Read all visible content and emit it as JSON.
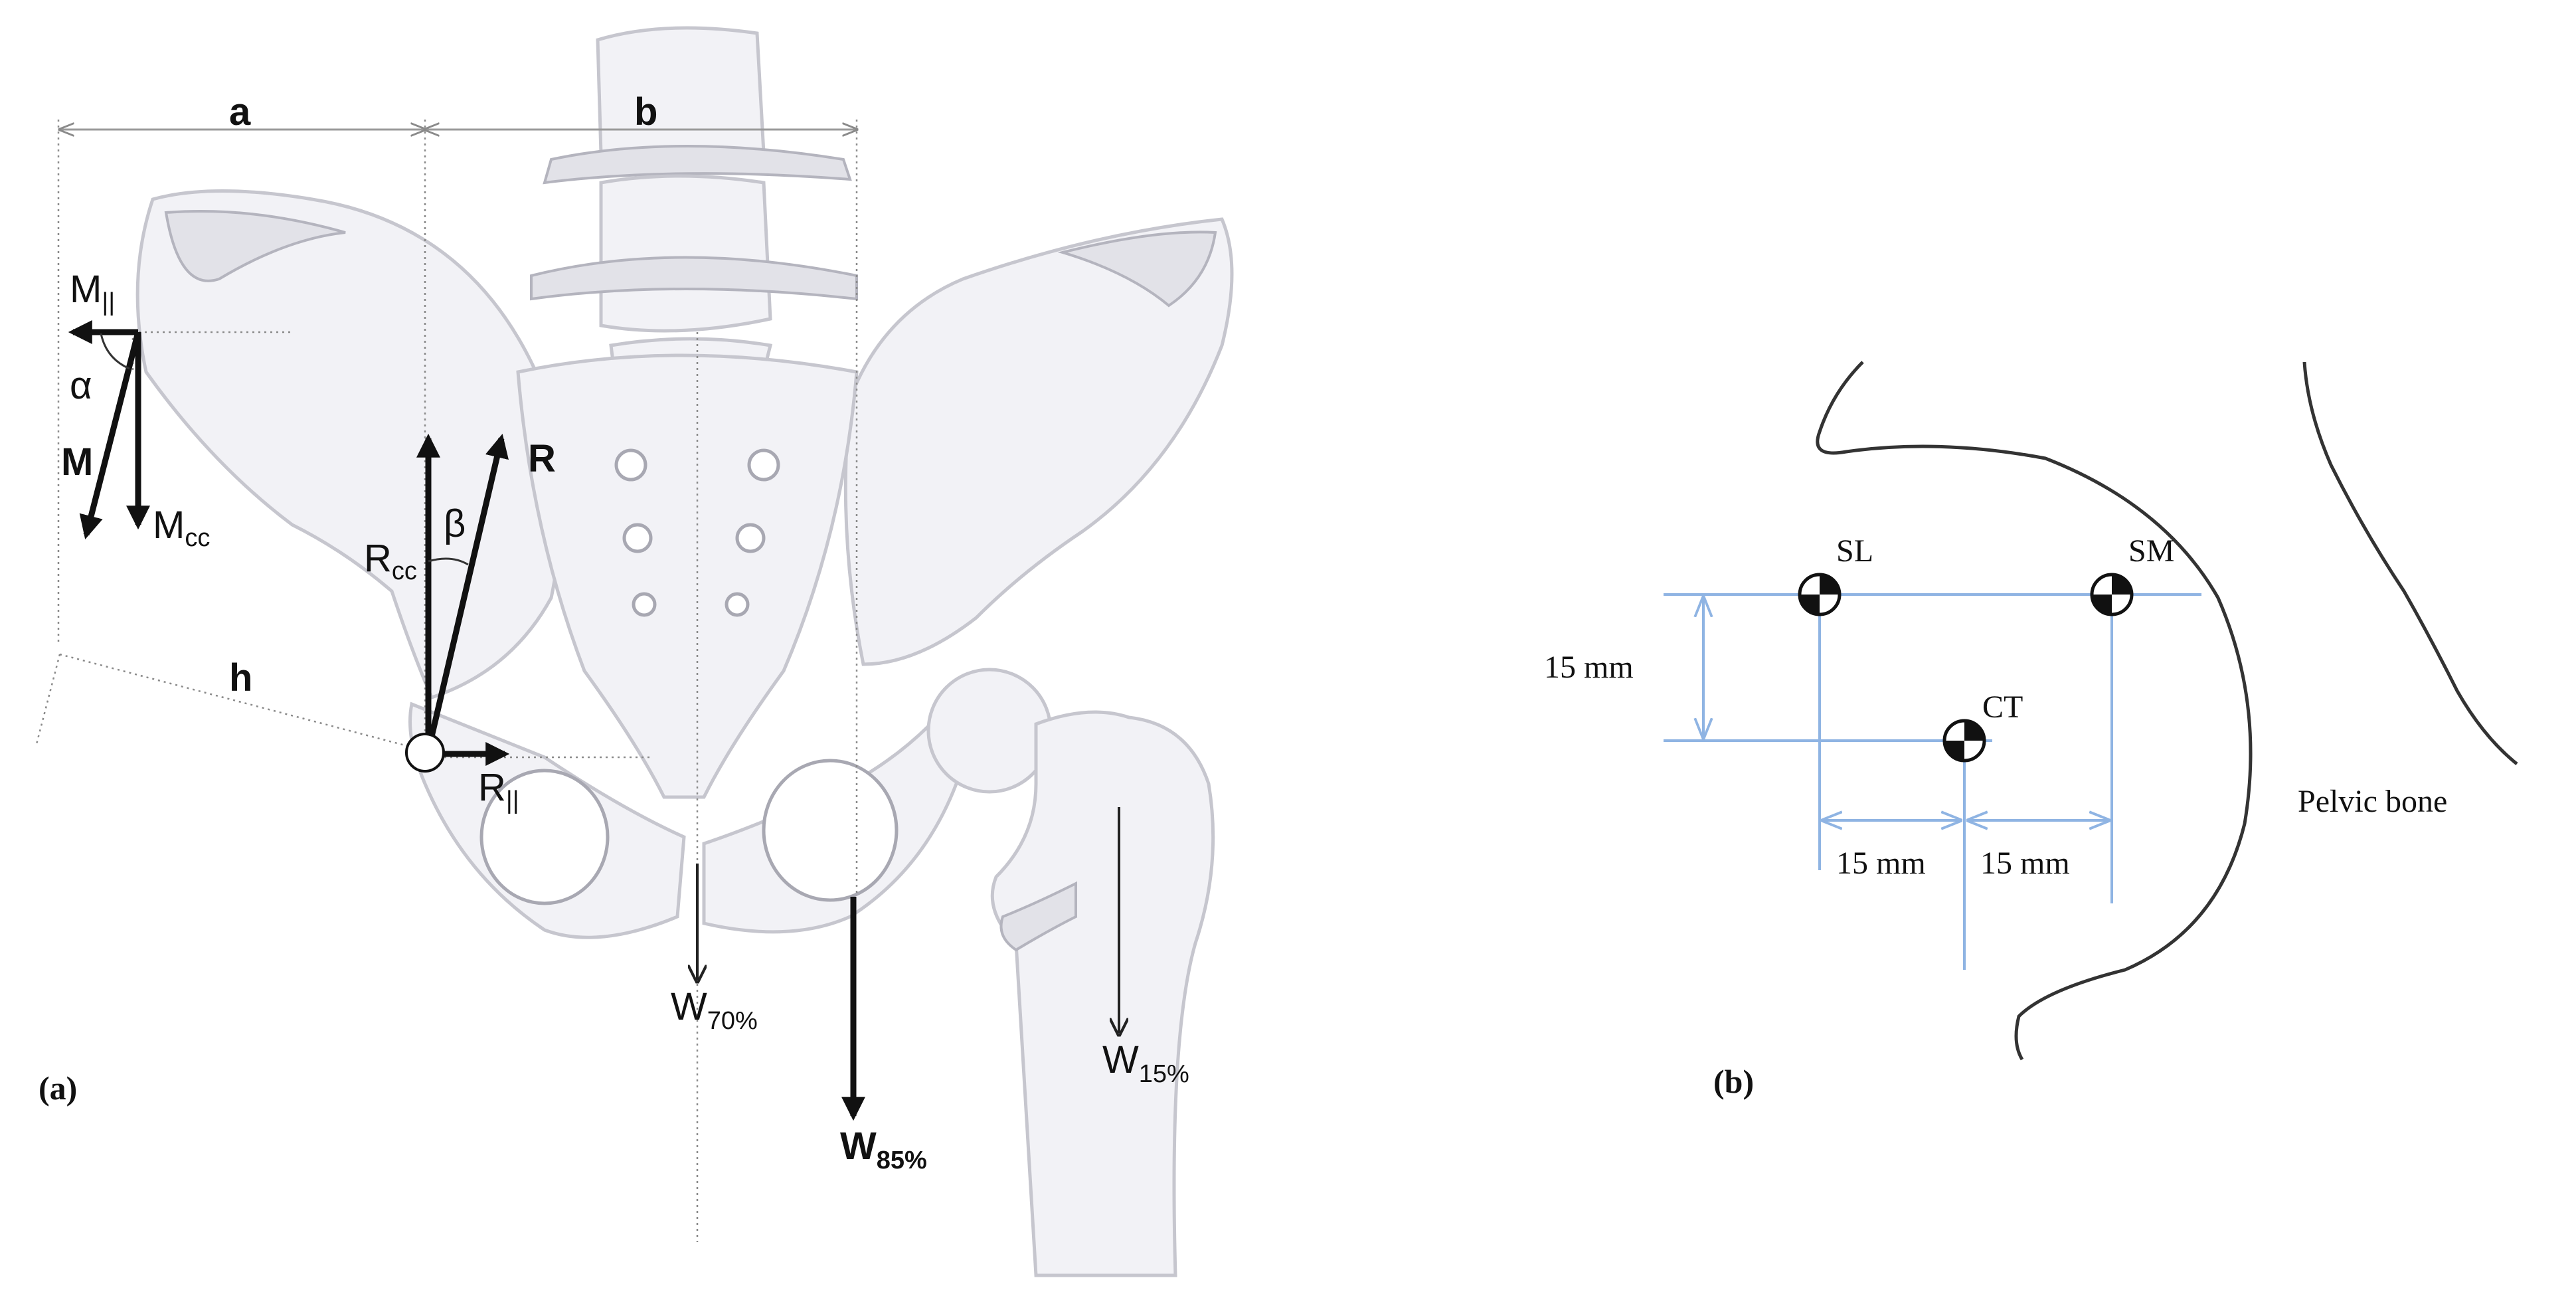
{
  "panel_a": {
    "panel_label": "(a)",
    "labels": {
      "a": "a",
      "b": "b",
      "h": "h",
      "alpha": "α",
      "beta": "β",
      "m_main": "M",
      "m_par": "M",
      "m_par_sub": "||",
      "m_cc": "M",
      "m_cc_sub": "cc",
      "r_main": "R",
      "r_cc": "R",
      "r_cc_sub": "cc",
      "r_par": "R",
      "r_par_sub": "||",
      "w70": "W",
      "w70_sub": "70%",
      "w85": "W",
      "w85_sub": "85%",
      "w15": "W",
      "w15_sub": "15%"
    }
  },
  "panel_b": {
    "panel_label": "(b)",
    "points": {
      "sl": "SL",
      "sm": "SM",
      "ct": "CT"
    },
    "dim_vertical": "15 mm",
    "dim_left": "15 mm",
    "dim_right": "15 mm",
    "bone_label": "Pelvic bone"
  }
}
